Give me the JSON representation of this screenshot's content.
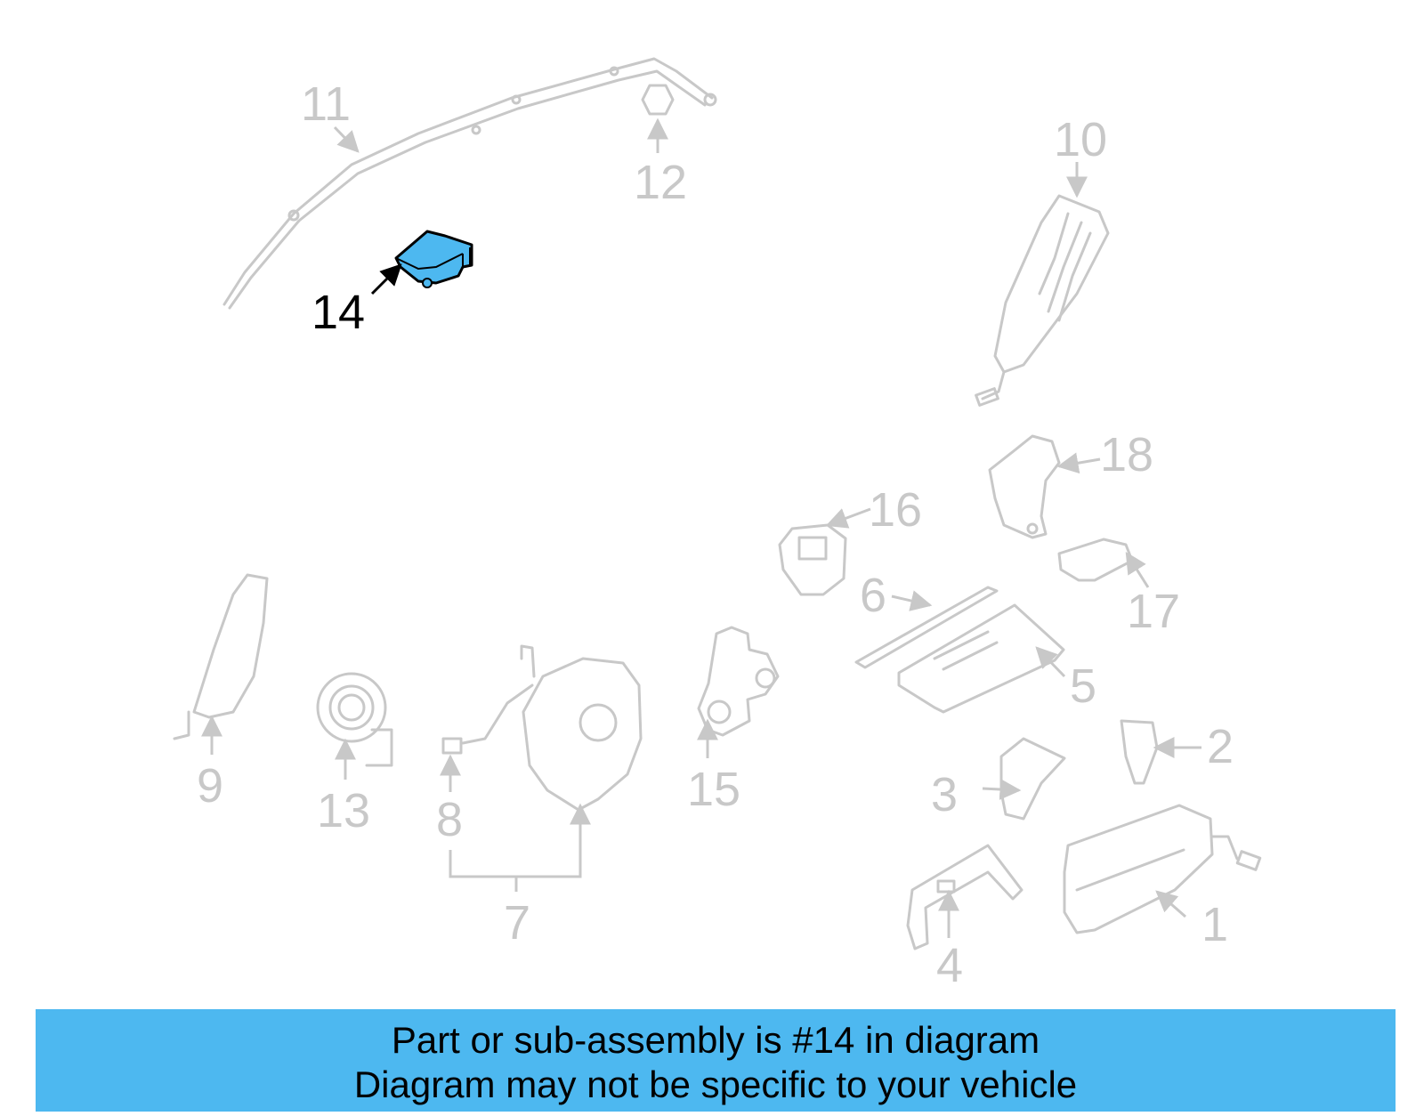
{
  "diagram": {
    "highlighted_part": "14",
    "highlight_color": "#4db8f0",
    "part_color": "#c8c8c8",
    "callouts": [
      {
        "id": "1",
        "label": "1"
      },
      {
        "id": "2",
        "label": "2"
      },
      {
        "id": "3",
        "label": "3"
      },
      {
        "id": "4",
        "label": "4"
      },
      {
        "id": "5",
        "label": "5"
      },
      {
        "id": "6",
        "label": "6"
      },
      {
        "id": "7",
        "label": "7"
      },
      {
        "id": "8",
        "label": "8"
      },
      {
        "id": "9",
        "label": "9"
      },
      {
        "id": "10",
        "label": "10"
      },
      {
        "id": "11",
        "label": "11"
      },
      {
        "id": "12",
        "label": "12"
      },
      {
        "id": "13",
        "label": "13"
      },
      {
        "id": "14",
        "label": "14"
      },
      {
        "id": "15",
        "label": "15"
      },
      {
        "id": "16",
        "label": "16"
      },
      {
        "id": "17",
        "label": "17"
      },
      {
        "id": "18",
        "label": "18"
      }
    ]
  },
  "footer": {
    "line1": "Part or sub-assembly is #14 in diagram",
    "line2": "Diagram may not be specific to your vehicle",
    "background": "#4db8f0"
  }
}
